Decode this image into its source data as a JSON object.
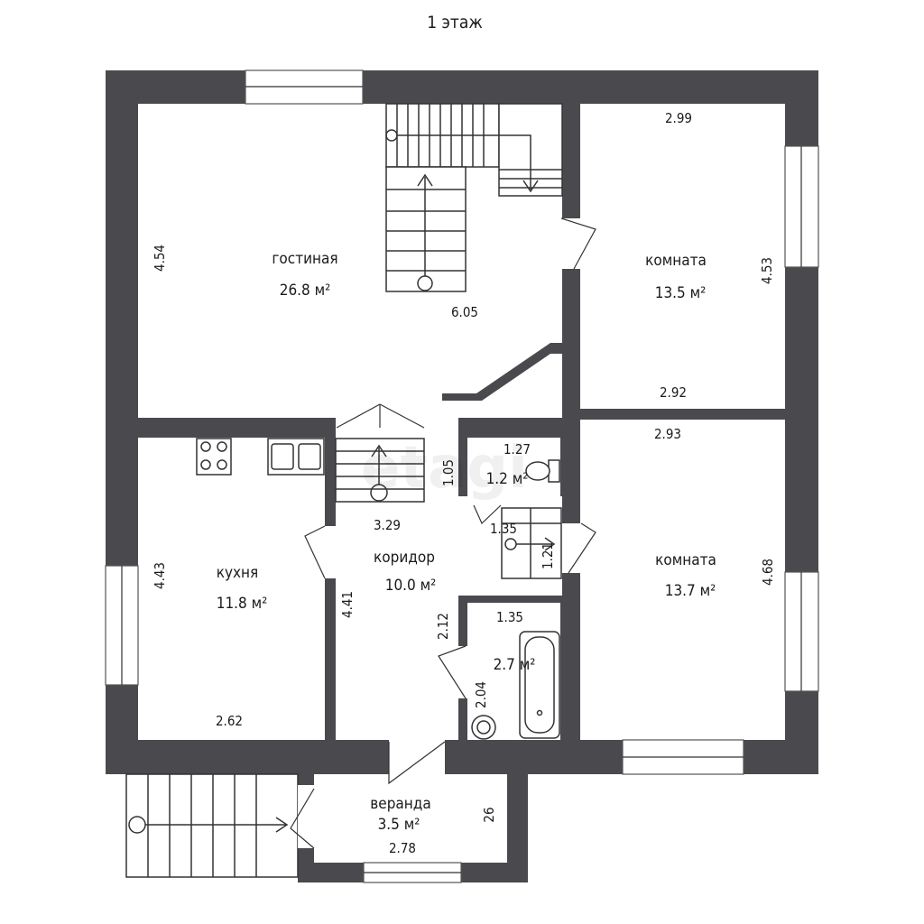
{
  "floor_title": "1 этаж",
  "watermark": "etagi",
  "rooms": {
    "living": {
      "name": "гостиная",
      "area": "26.8 м²",
      "dim_left": "4.54",
      "dim_stairs": "6.05"
    },
    "room1": {
      "name": "комната",
      "area": "13.5 м²",
      "dim_top": "2.99",
      "dim_right": "4.53",
      "dim_bottom": "2.92"
    },
    "wc": {
      "area": "1.2 м²",
      "dim_top": "1.27",
      "dim_left": "1.05",
      "dim_bottom": "1.35",
      "dim_right": "1.21"
    },
    "room2": {
      "name": "комната",
      "area": "13.7 м²",
      "dim_top": "2.93",
      "dim_right": "4.68"
    },
    "kitchen": {
      "name": "кухня",
      "area": "11.8 м²",
      "dim_left": "4.43",
      "dim_bottom": "2.62"
    },
    "corridor": {
      "name": "коридор",
      "area": "10.0 м²",
      "dim_top": "3.29",
      "dim_left": "4.41"
    },
    "bath": {
      "area": "2.7 м²",
      "dim_top": "1.35",
      "dim_left": "2.12",
      "dim_left2": "2.04"
    },
    "veranda": {
      "name": "веранда",
      "area": "3.5 м²",
      "dim_right": "26",
      "dim_bottom": "2.78"
    }
  },
  "colors": {
    "wall": "#4a4a4e",
    "background": "#ffffff"
  }
}
